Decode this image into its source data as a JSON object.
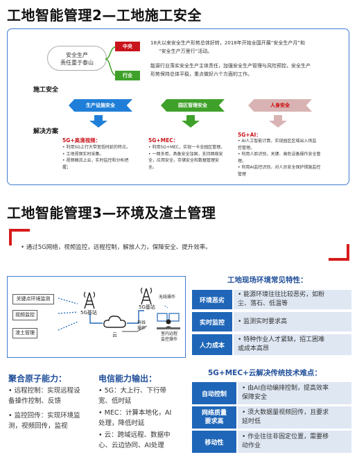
{
  "section1": {
    "title": "工地智能管理2—工地施工安全",
    "oval": [
      "安全生产",
      "责任重于泰山"
    ],
    "tag_central": "中央",
    "tag_industry": "行业",
    "central_desc": [
      "18大以来安全生产形势总体好转，2018年开始全国开展“安全生产月”和",
      "“安全生产万里行”活动。"
    ],
    "industry_desc": [
      "能源行业落实安全生产主体责任，加强安全生产管理与风险预控，安全生产",
      "形势保持总体平稳，重点做好六个方面的工作。"
    ],
    "label_construction": "施工安全",
    "label_solution": "解决方案",
    "bars": [
      "生产设施安全",
      "园区管理安全",
      "人身安全"
    ],
    "col1": {
      "head": "5G+高清视频：",
      "lines": [
        "• 利用5G上行大带宽低时延的特点。",
        "• 工地视频实时采集。",
        "• 视频稿流上云，实时监控和分析把",
        "  握；"
      ]
    },
    "col2": {
      "head": "5G+MEC：",
      "lines": [
        "• 利用5G+MEC，实现一卡全园区管理。",
        "• 一网多用，具备安全加固，支持网络安",
        "  全，应用安全，存储安全和数据管理安",
        "  全。"
      ]
    },
    "col3": {
      "head": "5G+AI：",
      "lines": [
        "• AI人工智能计算，实现园区区域出入场监",
        "  控管理。",
        "• 利用人脸识别，关键、高危设备操作安全管",
        "  理。",
        "• 利用AI监控识别，对人员安全保护措施监控",
        "  管理"
      ]
    }
  },
  "section2": {
    "title": "工地智能管理3—环境及渣土管理",
    "bullet": "• 通过5G网络，视频监控，远程控制，解放人力，保障安全、提升效率。",
    "diagram": {
      "box1": "关键点环境监测",
      "box2": "视频监控",
      "box3": "渣土管理",
      "tower1_label": "5G基站",
      "tower2_label": "5G基站",
      "wireless": "无线操作",
      "cloud": "云",
      "cable": [
        "有线",
        "操作"
      ],
      "room": [
        "室内远程",
        "监控操作"
      ]
    },
    "env": {
      "title": "工地现场环境常见特性：",
      "rows": [
        {
          "label": "环境恶劣",
          "text": [
            "• 能源环境往往比较恶劣，如粉",
            "  尘、落石、低温等"
          ]
        },
        {
          "label": "实时监控",
          "text": [
            "• 监测实时要求高"
          ]
        },
        {
          "label": "人力成本",
          "text": [
            "• 特种作业人才紧缺，招工困难",
            "  或成本高昂"
          ]
        }
      ]
    },
    "atom": {
      "title": "聚合原子能力：",
      "lines": [
        "• 远程控制：实现远程设",
        "  备操作控制、反馈",
        "• 监控回传：实现环境监",
        "  测，视频回传，监视"
      ]
    },
    "telecom": {
      "title": "电信能力输出：",
      "lines": [
        "• 5G：大上行、下行带",
        "  宽、低时延",
        "• MEC：计算本地化，AI",
        "  处理，降低时延",
        "• 云：跨域远程、数据中",
        "  心、云边协同、AI处理"
      ]
    },
    "tech": {
      "title": "5G+MEC+云解决传统技术难点：",
      "rows": [
        {
          "label": [
            "自动控制"
          ],
          "text": [
            "• 由AI自动编排控制，提高效率",
            "  保障安全"
          ]
        },
        {
          "label": [
            "网络质量",
            "要求高"
          ],
          "text": [
            "• 须大数据量视频回传，且要求",
            "  延时低"
          ]
        },
        {
          "label": [
            "移动性"
          ],
          "text": [
            "• 作业往往非固定位置，需要移",
            "  动作业"
          ]
        }
      ]
    },
    "colors": {
      "accent_blue": "#1f66b8",
      "accent_red": "#d71b1b",
      "accent_green": "#3fa12a"
    }
  }
}
